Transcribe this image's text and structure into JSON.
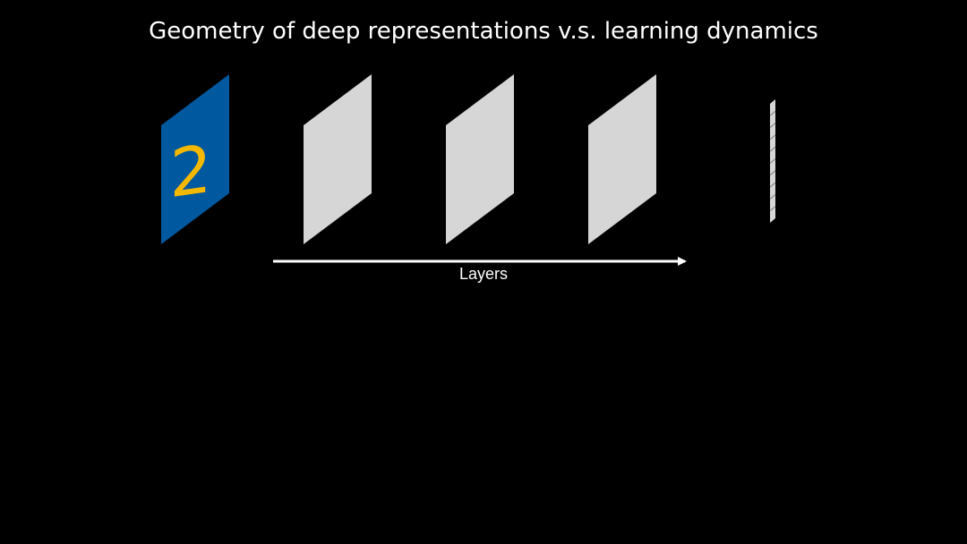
{
  "title": "Geometry of deep representations v.s. learning dynamics",
  "input_digit": "2",
  "axis_label": "Layers",
  "colors": {
    "background": "#000000",
    "input_panel": "#00589e",
    "digit": "#f5b800",
    "layer_panel": "#d6d6d6",
    "output_lines": "#7a7a7a",
    "text": "#ffffff"
  },
  "hidden_layer_count": 3,
  "output_units": 10
}
